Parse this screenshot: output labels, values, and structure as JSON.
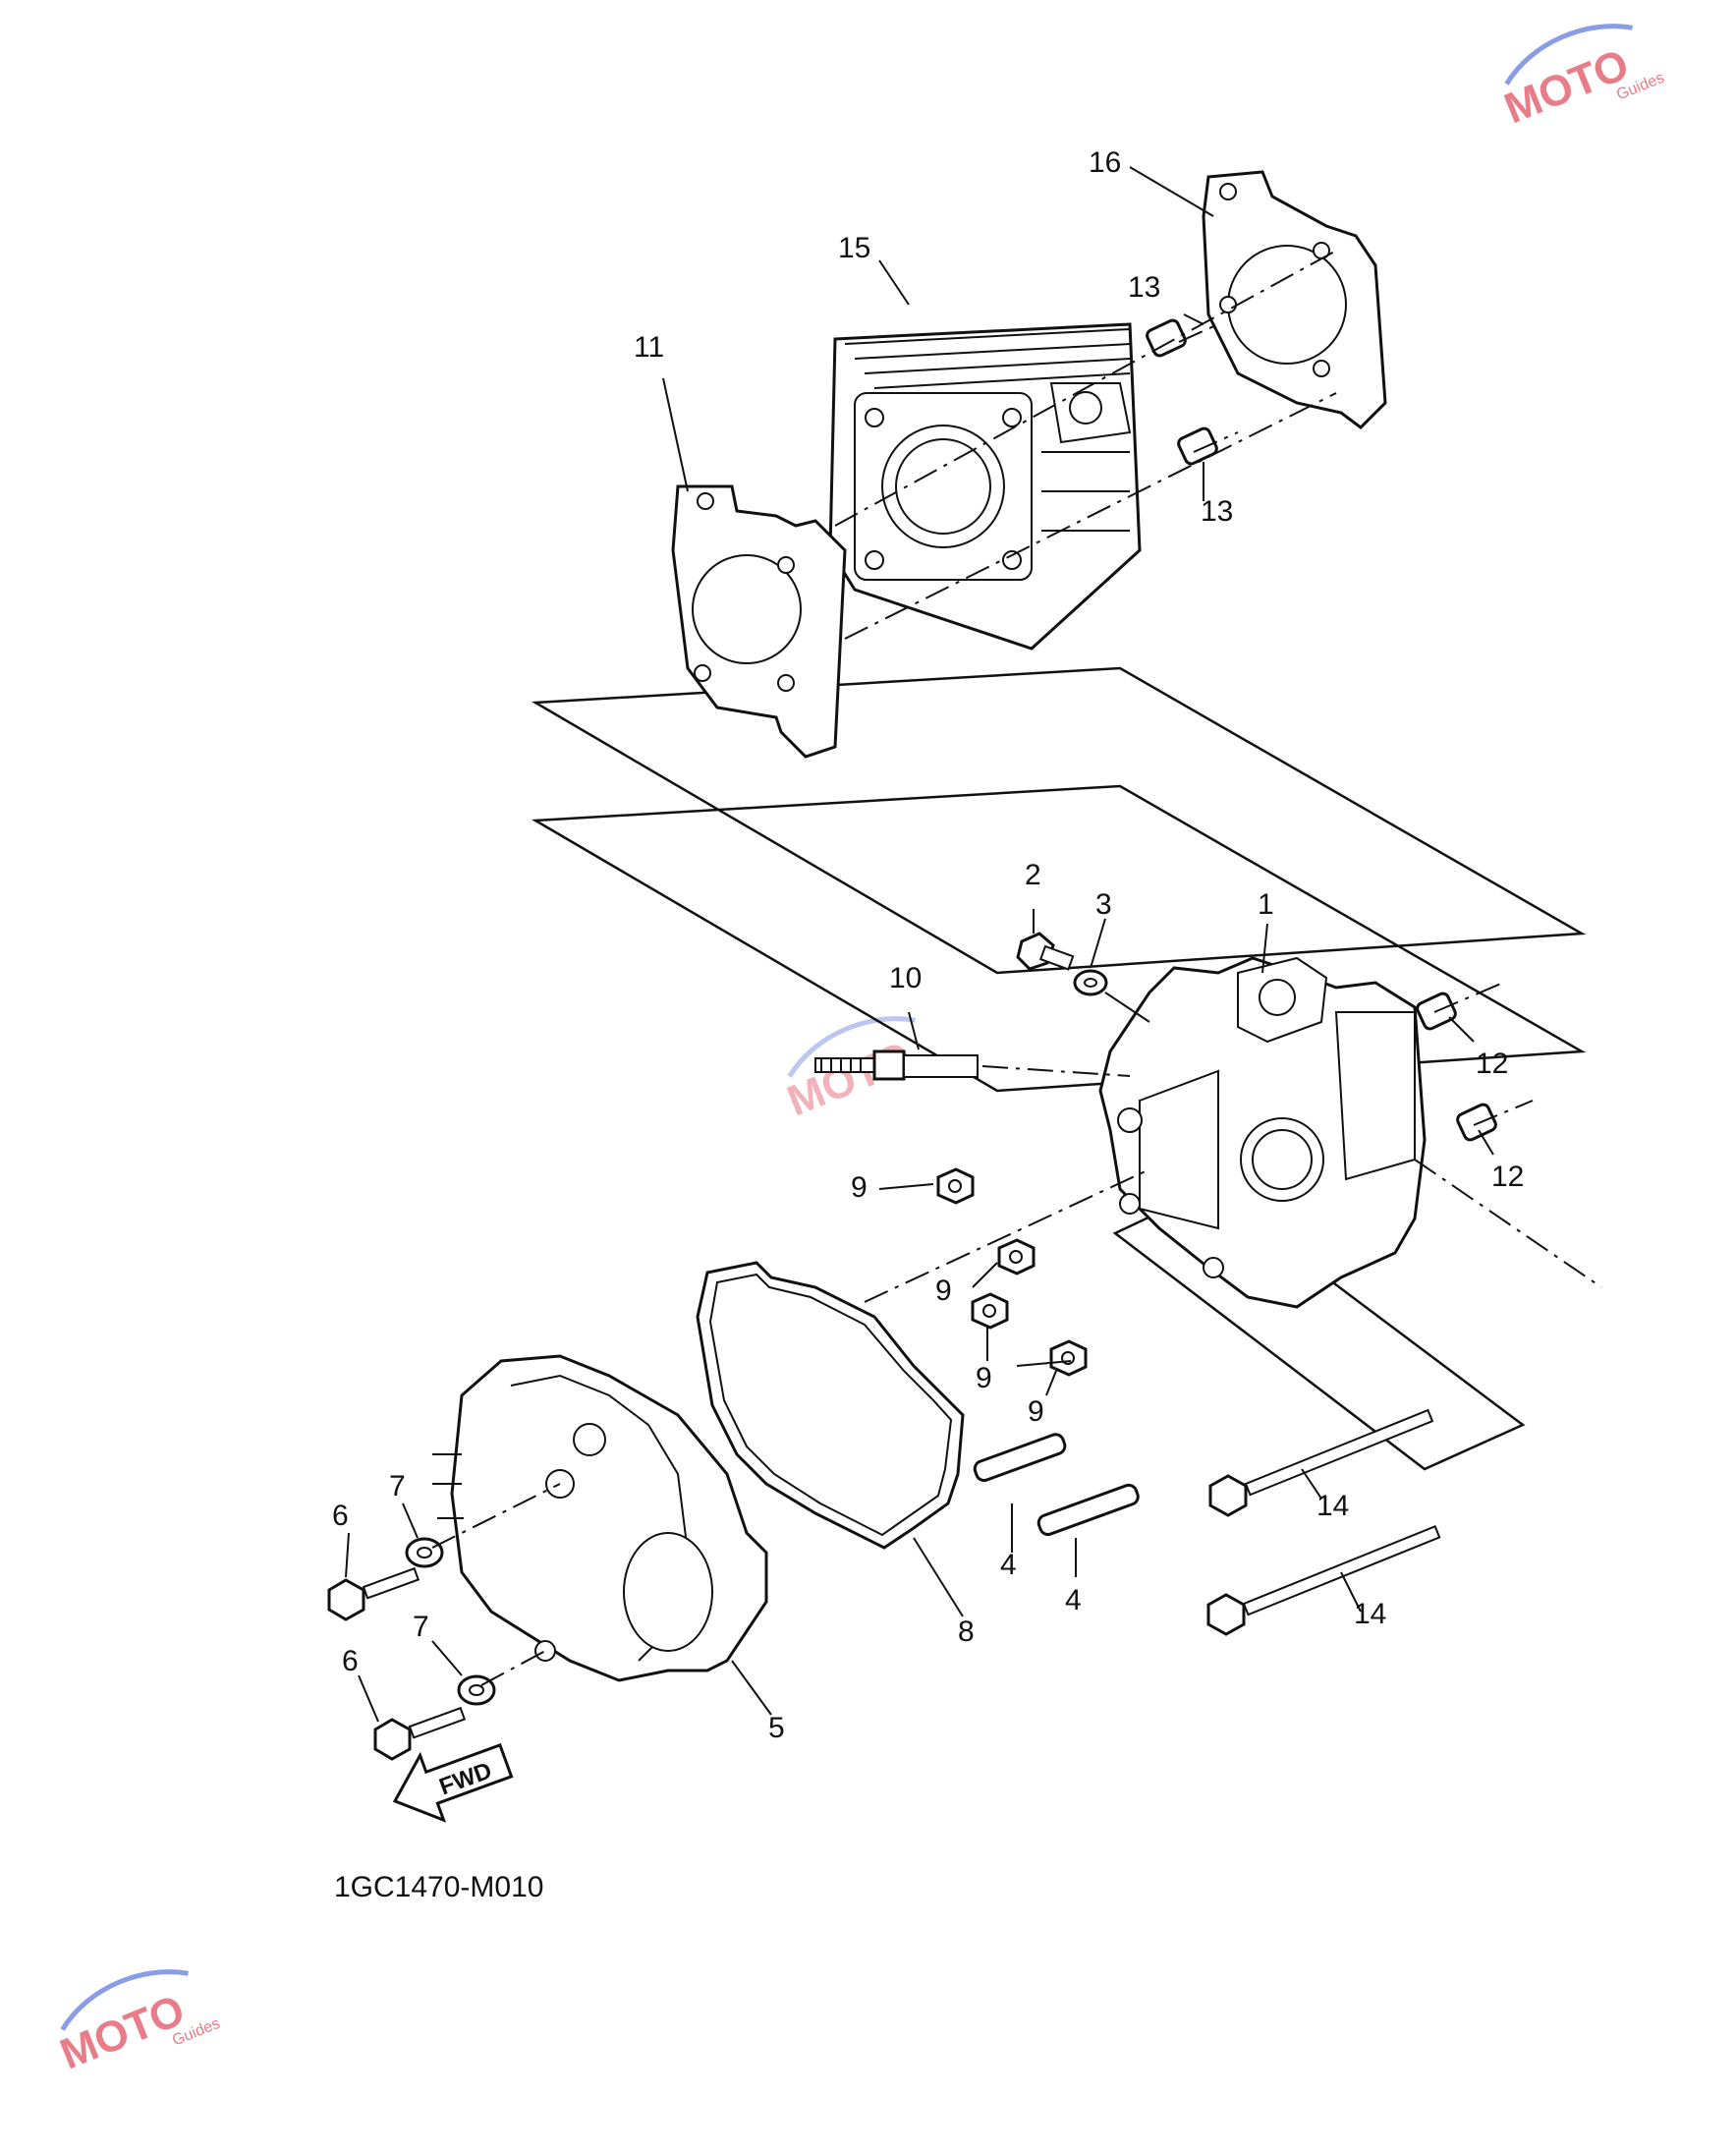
{
  "diagram_code": "1GC1470-M010",
  "fwd_label": "FWD",
  "watermark": {
    "text": "MOTO",
    "subtext": "Guides",
    "color": "#d9263a"
  },
  "callouts": {
    "c1": "1",
    "c2": "2",
    "c3": "3",
    "c4a": "4",
    "c4b": "4",
    "c5": "5",
    "c6a": "6",
    "c6b": "6",
    "c7a": "7",
    "c7b": "7",
    "c8": "8",
    "c9a": "9",
    "c9b": "9",
    "c9c": "9",
    "c9d": "9",
    "c10": "10",
    "c11": "11",
    "c12a": "12",
    "c12b": "12",
    "c13a": "13",
    "c13b": "13",
    "c14a": "14",
    "c14b": "14",
    "c15": "15",
    "c16": "16"
  }
}
